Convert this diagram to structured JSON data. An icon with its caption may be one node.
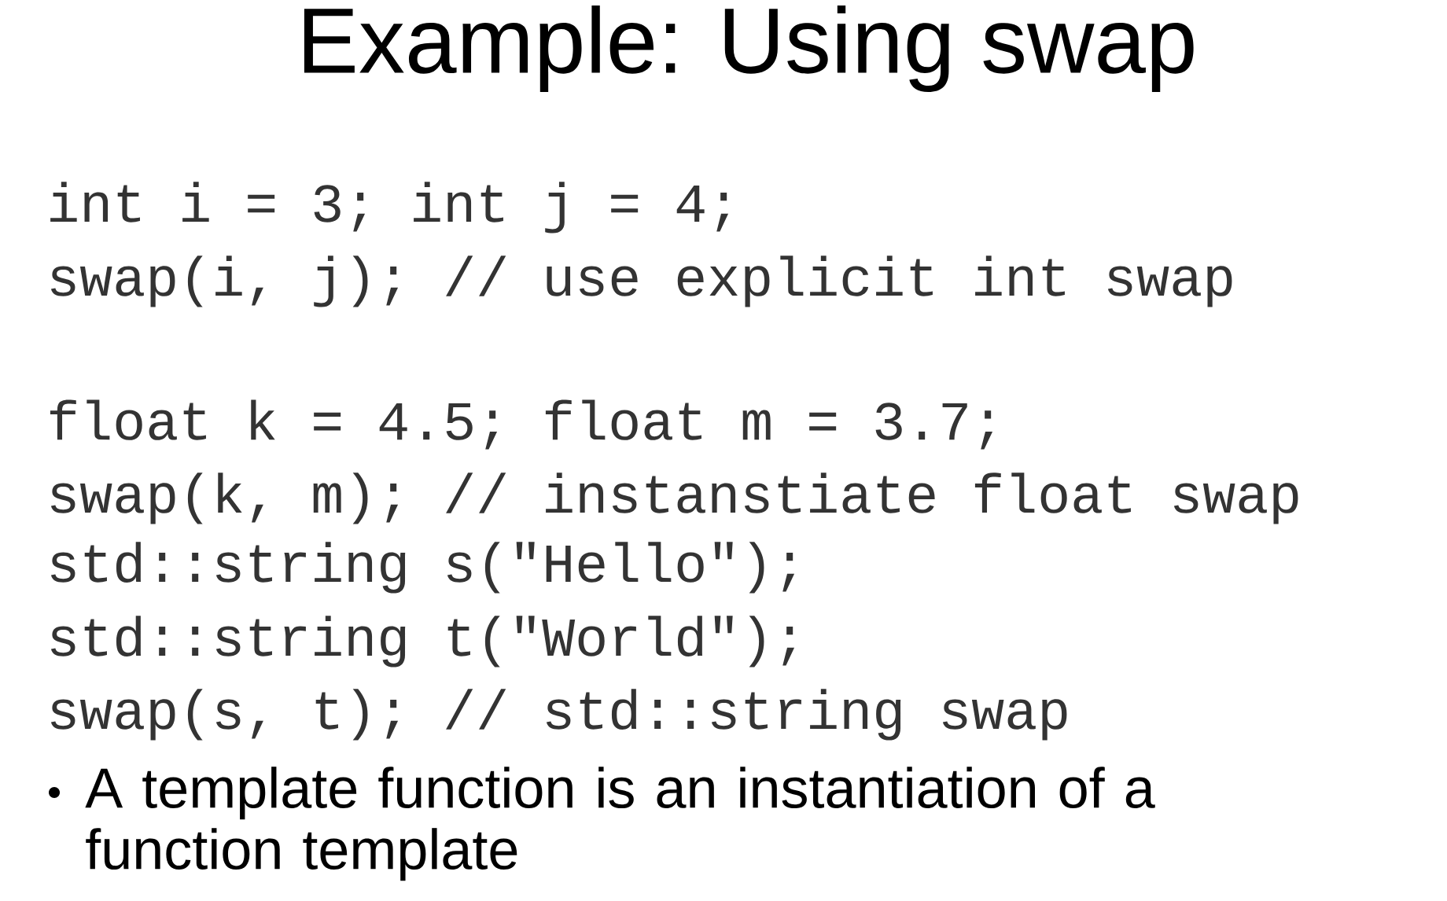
{
  "diagram": {
    "title": "Example: Using swap",
    "labels": [
      "int i = 3;  int j = 4;",
      "swap(i, j);   // use explicit int swap",
      "float k = 4.5;  float m = 3.7;",
      "swap(k, m);  // instanstiate float swap",
      "std::string s(\"Hello\");",
      "std::string t(\"World\");",
      "swap(s, t);  // std::string swap",
      "A template function is an instantiation of a function template"
    ]
  }
}
